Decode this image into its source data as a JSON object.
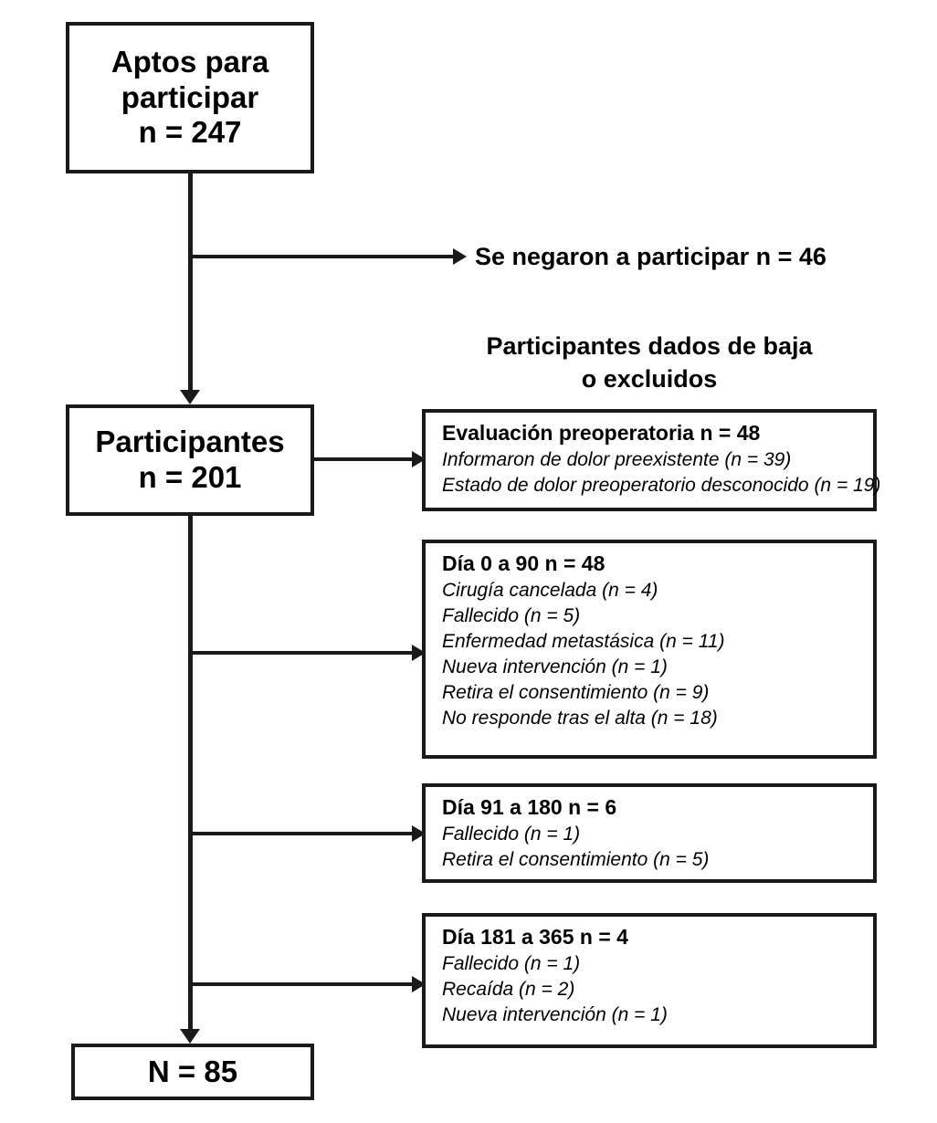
{
  "diagram": {
    "title": "Diagrama de flujo de participantes",
    "colors": {
      "stroke": "#1a1a1a",
      "background": "#ffffff",
      "text": "#000000"
    },
    "main_nodes": [
      {
        "id": "eligible",
        "line1": "Aptos para",
        "line2": "participar",
        "line3": "n = 247"
      },
      {
        "id": "participants",
        "line1": "Participantes",
        "line2": "n = 201",
        "line3": ""
      },
      {
        "id": "final",
        "line1": "N = 85",
        "line2": "",
        "line3": ""
      }
    ],
    "refused_label": "Se negaron a participar n = 46",
    "excluded_heading": {
      "line1": "Participantes dados de baja",
      "line2": "o excluidos"
    },
    "exclusion_boxes": [
      {
        "id": "preop",
        "title": "Evaluación preoperatoria n = 48",
        "items": [
          "Informaron de dolor preexistente (n = 39)",
          "Estado de dolor preoperatorio desconocido (n = 19)"
        ]
      },
      {
        "id": "day-0-90",
        "title": "Día 0 a 90 n = 48",
        "items": [
          "Cirugía cancelada (n = 4)",
          "Fallecido (n = 5)",
          "Enfermedad metastásica (n = 11)",
          "Nueva intervención (n = 1)",
          "Retira el consentimiento (n = 9)",
          "No responde tras el alta (n = 18)"
        ]
      },
      {
        "id": "day-91-180",
        "title": "Día 91 a 180 n = 6",
        "items": [
          "Fallecido (n = 1)",
          "Retira el consentimiento (n = 5)"
        ]
      },
      {
        "id": "day-181-365",
        "title": "Día 181 a 365 n = 4",
        "items": [
          "Fallecido (n = 1)",
          "Recaída (n = 2)",
          "Nueva intervención (n = 1)"
        ]
      }
    ]
  }
}
